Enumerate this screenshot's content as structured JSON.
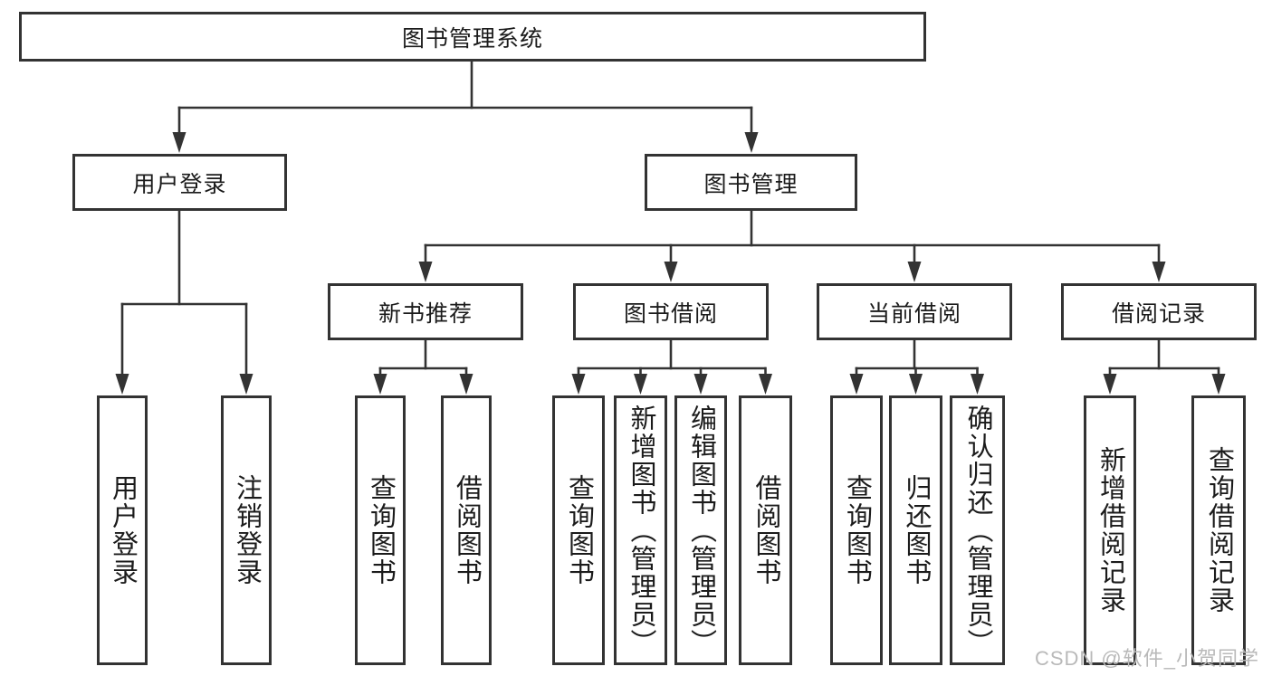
{
  "tree": {
    "label": "图书管理系统",
    "children": [
      {
        "label": "用户登录",
        "children": [
          {
            "label": "用户登录"
          },
          {
            "label": "注销登录"
          }
        ]
      },
      {
        "label": "图书管理",
        "children": [
          {
            "label": "新书推荐",
            "children": [
              {
                "label": "查询图书"
              },
              {
                "label": "借阅图书"
              }
            ]
          },
          {
            "label": "图书借阅",
            "children": [
              {
                "label": "查询图书"
              },
              {
                "label": "新增图书（管理员）"
              },
              {
                "label": "编辑图书（管理员）"
              },
              {
                "label": "借阅图书"
              }
            ]
          },
          {
            "label": "当前借阅",
            "children": [
              {
                "label": "查询图书"
              },
              {
                "label": "归还图书"
              },
              {
                "label": "确认归还（管理员）"
              }
            ]
          },
          {
            "label": "借阅记录",
            "children": [
              {
                "label": "新增借阅记录"
              },
              {
                "label": "查询借阅记录"
              }
            ]
          }
        ]
      }
    ]
  },
  "watermark": {
    "text": "CSDN @软件_小贺同学"
  },
  "colors": {
    "line": "#333333",
    "text": "#1b1b1b",
    "watermark": "#b9b9b9",
    "background": "#ffffff"
  }
}
